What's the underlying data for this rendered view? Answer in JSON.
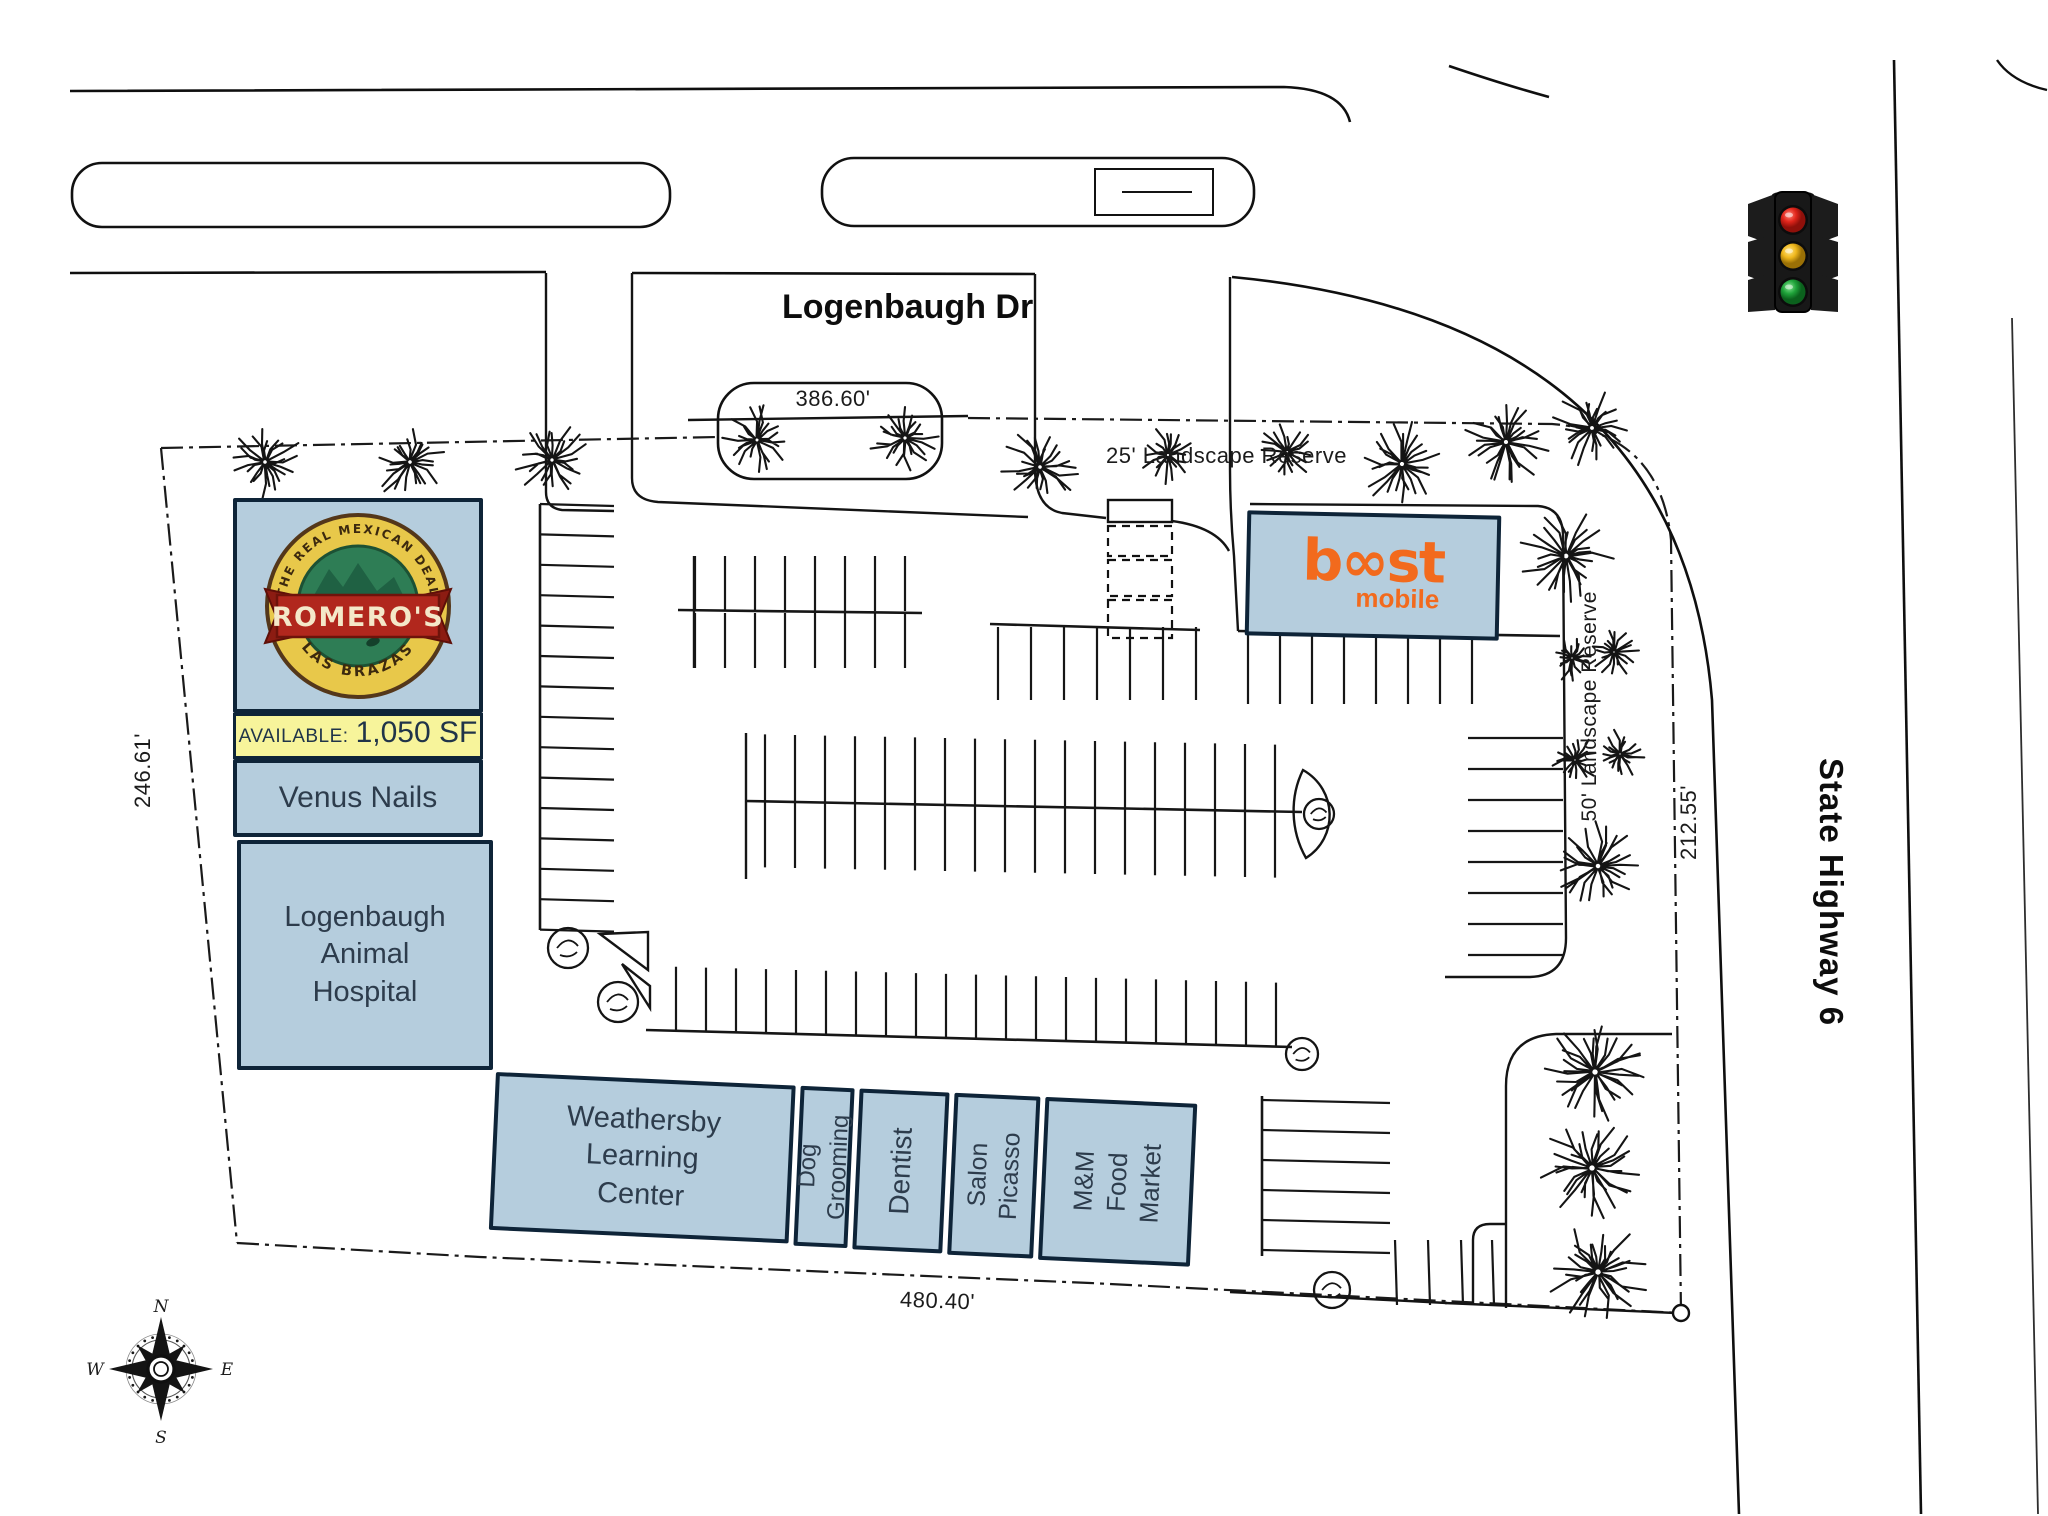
{
  "streets": {
    "logenbaugh_dr": "Logenbaugh Dr",
    "state_highway_6": "State Highway 6"
  },
  "dimensions": {
    "north_frontage": "386.60'",
    "west": "246.61'",
    "east": "212.55'",
    "south": "480.40'"
  },
  "landscape": {
    "north_reserve": "25' Landscape Reserve",
    "east_reserve": "50' Landscape Reserve"
  },
  "tenants": {
    "romeros": {
      "name": "ROMERO'S",
      "tag_top": "THE REAL MEXICAN DEAL",
      "tag_bottom": "LAS BRAZAS"
    },
    "available": {
      "label": "AVAILABLE:",
      "area": "1,050 SF"
    },
    "venus_nails": {
      "name": "Venus Nails"
    },
    "animal_hospital": {
      "name": "Logenbaugh\nAnimal\nHospital"
    },
    "weathersby": {
      "name": "Weathersby\nLearning\nCenter"
    },
    "dog_grooming": {
      "name": "Dog\nGrooming"
    },
    "dentist": {
      "name": "Dentist"
    },
    "salon_picasso": {
      "name": "Salon\nPicasso"
    },
    "mm_food_market": {
      "name": "M&M\nFood\nMarket"
    },
    "boost": {
      "brand": "boost",
      "sub": "mobile"
    }
  },
  "compass": {
    "n": "N",
    "e": "E",
    "s": "S",
    "w": "W"
  },
  "colors": {
    "building_fill": "#b5cddd",
    "building_border": "#0e2438",
    "available_fill": "#f7f49b",
    "boost_orange": "#f26a1d",
    "romeros_red": "#b1271d",
    "romeros_gold": "#e8c84a",
    "romeros_green": "#2e7d55",
    "signal_red": "#e1251b",
    "signal_yellow": "#efb71c",
    "signal_green": "#1fa33a"
  }
}
